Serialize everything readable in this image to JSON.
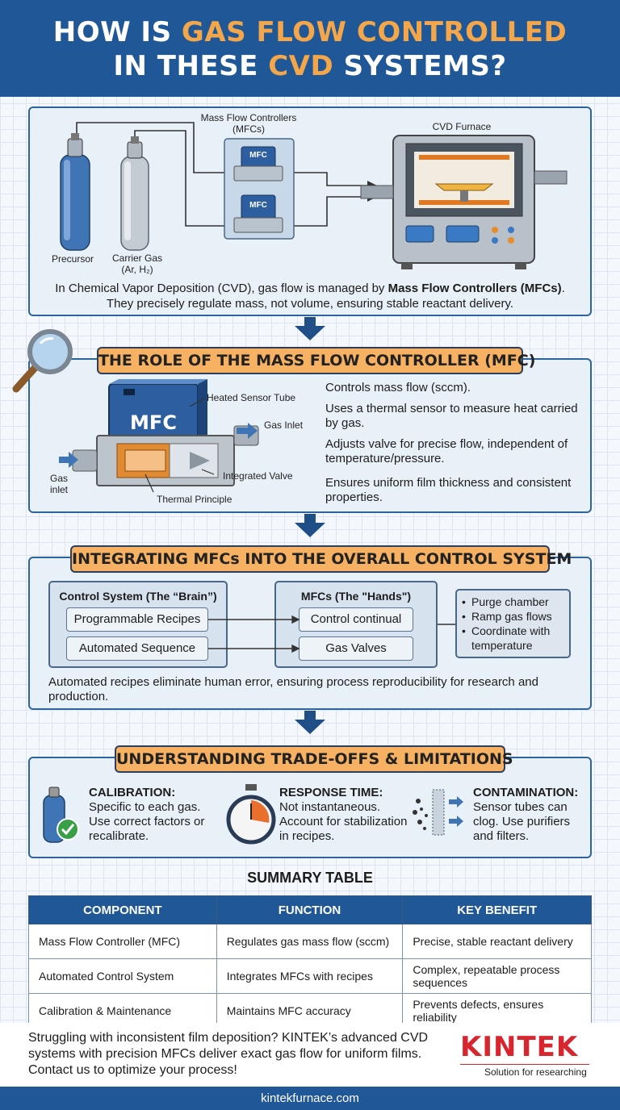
{
  "header": {
    "line1_pre": "HOW IS ",
    "line1_hl": "GAS FLOW CONTROLLED",
    "line2_pre": "IN THESE ",
    "line2_hl": "CVD",
    "line2_post": " SYSTEMS?"
  },
  "diagram1": {
    "mfc_title_1": "Mass Flow Controllers",
    "mfc_title_2": "(MFCs)",
    "furnace_label": "CVD Furnace",
    "mfc_badge": "MFC",
    "precursor_label": "Precursor",
    "carrier_label_1": "Carrier Gas",
    "carrier_label_2": "(Ar, H₂)",
    "desc_1_pre": "In Chemical Vapor Deposition (CVD), gas flow is managed by ",
    "desc_1_bold": "Mass Flow Controllers (MFCs)",
    "desc_1_post": ".",
    "desc_2": "They precisely regulate mass, not volume, ensuring stable reactant delivery."
  },
  "section2": {
    "banner": "THE ROLE OF THE MASS FLOW CONTROLLER (MFC)",
    "mfc_label": "MFC",
    "label_sensor": "Heated Sensor Tube",
    "label_inlet_right": "Gas Inlet",
    "label_inlet_left_1": "Gas",
    "label_inlet_left_2": "inlet",
    "label_valve": "Integrated Valve",
    "label_thermal": "Thermal Principle",
    "points": [
      "Controls mass flow (sccm).",
      "Uses a thermal sensor to measure heat carried by gas.",
      "Adjusts valve for precise flow, independent of temperature/pressure.",
      "Ensures uniform film thickness and consistent properties."
    ]
  },
  "section3": {
    "banner": "INTEGRATING MFCs INTO THE OVERALL CONTROL SYSTEM",
    "brain_title": "Control System (The “Brain”)",
    "brain_items": [
      "Programmable Recipes",
      "Automated Sequence"
    ],
    "hands_title": "MFCs (The \"Hands\")",
    "hands_items": [
      "Control continual",
      "Gas Valves"
    ],
    "tasks": [
      "Purge chamber",
      "Ramp gas flows",
      "Coordinate with temperature"
    ],
    "desc": "Automated recipes eliminate human error, ensuring process reproducibility for research and production."
  },
  "section4": {
    "banner": "UNDERSTANDING TRADE-OFFS & LIMITATIONS",
    "items": [
      {
        "title": "CALIBRATION:",
        "text": "Specific to each gas. Use correct factors or recalibrate."
      },
      {
        "title": "RESPONSE TIME:",
        "text": "Not instantaneous. Account for stabilization in recipes."
      },
      {
        "title": "CONTAMINATION:",
        "text": "Sensor tubes can clog. Use purifiers and filters."
      }
    ]
  },
  "summary": {
    "title": "SUMMARY TABLE",
    "headers": [
      "COMPONENT",
      "FUNCTION",
      "KEY BENEFIT"
    ],
    "rows": [
      [
        "Mass Flow Controller (MFC)",
        "Regulates gas mass flow (sccm)",
        "Precise, stable reactant delivery"
      ],
      [
        "Automated Control System",
        "Integrates MFCs with recipes",
        "Complex, repeatable process sequences"
      ],
      [
        "Calibration & Maintenance",
        "Maintains MFC accuracy",
        "Prevents defects, ensures reliability"
      ]
    ]
  },
  "cta": {
    "text": "Struggling with inconsistent film deposition? KINTEK’s advanced CVD systems with precision MFCs deliver exact gas flow for uniform films. Contact us to optimize your process!",
    "logo": "KINTEK",
    "tagline": "Solution for researching"
  },
  "footer": {
    "url": "kintekfurnace.com"
  },
  "colors": {
    "navy": "#1f5797",
    "orange": "#f3a64a",
    "banner": "#f6b162",
    "logo_red": "#d8262f"
  }
}
